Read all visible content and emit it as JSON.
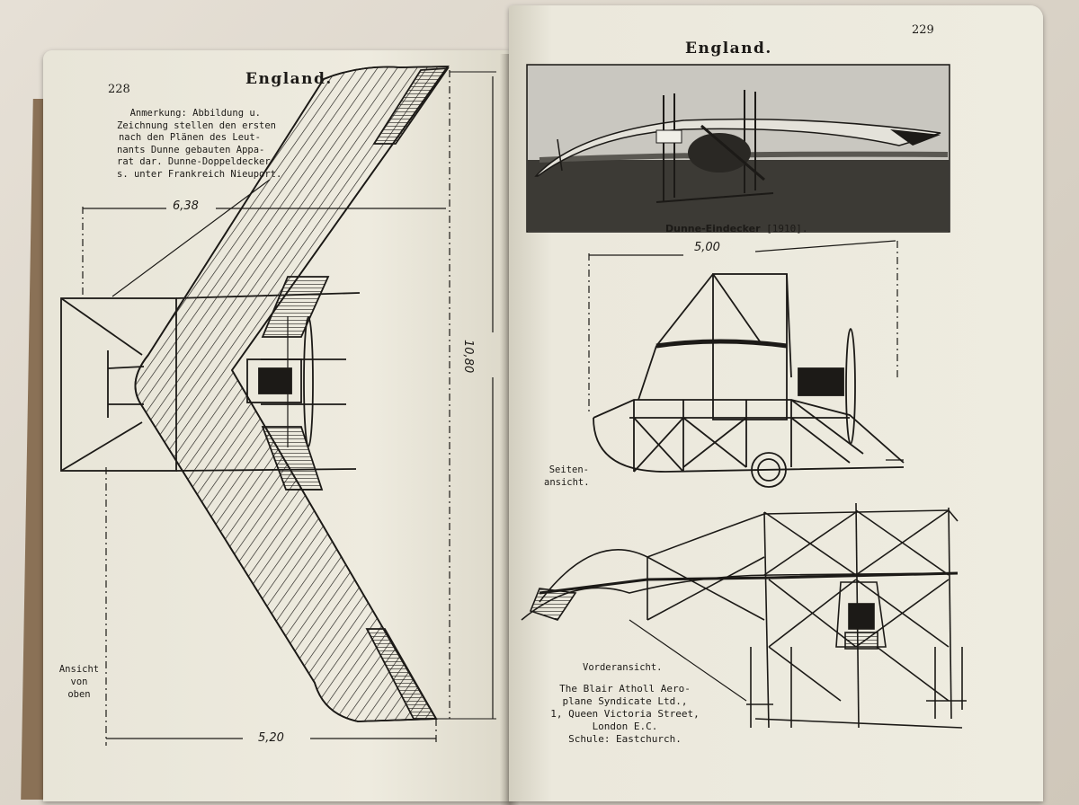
{
  "left_page": {
    "page_number": "228",
    "header": "England.",
    "note_lines": [
      "Anmerkung: Abbildung u.",
      "Zeichnung stellen den ersten",
      "nach den Plänen des Leut-",
      "nants Dunne gebauten Appa-",
      "rat dar. Dunne-Doppeldecker",
      "s. unter Frankreich Nieuport."
    ],
    "view_label_lines": [
      "Ansicht",
      "von",
      "oben"
    ],
    "dimensions": {
      "span_top": "6,38",
      "length": "10,80",
      "span_bottom": "5,20"
    }
  },
  "right_page": {
    "page_number": "229",
    "header": "England.",
    "photo_caption_name": "Dunne-Eindecker",
    "photo_caption_year": "[1910].",
    "side_view_label_lines": [
      "Seiten-",
      "ansicht."
    ],
    "side_view_dimension": "5,00",
    "front_view_label": "Vorderansicht.",
    "address_lines": [
      "The Blair Atholl Aero-",
      "plane Syndicate Ltd.,",
      "1, Queen Victoria Street,",
      "London E.C.",
      "Schule: Eastchurch."
    ]
  }
}
